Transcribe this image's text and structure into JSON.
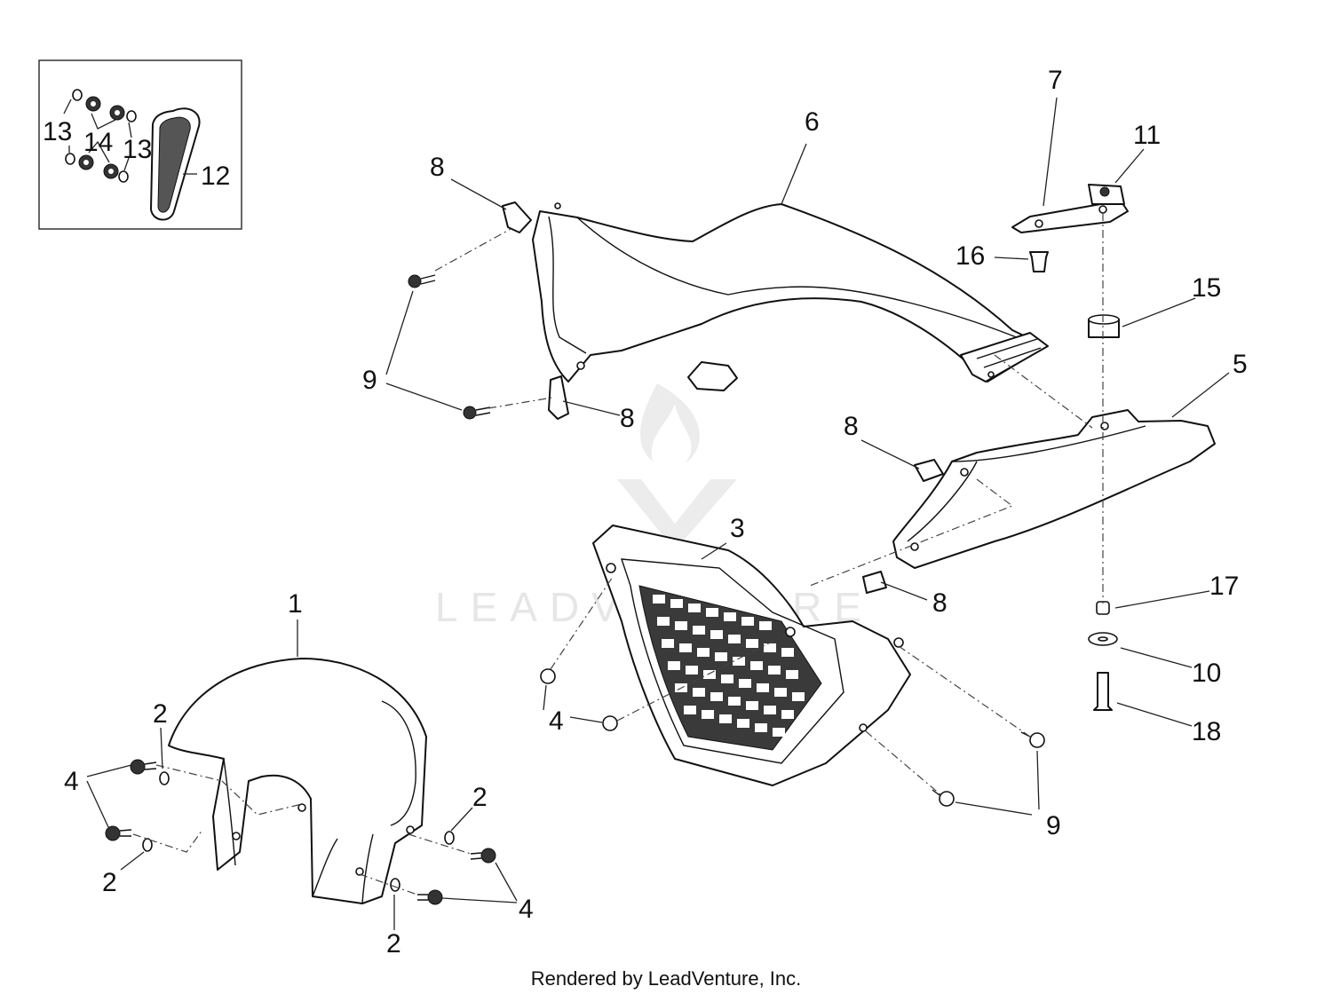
{
  "watermark": {
    "text": "LEADVENTURE"
  },
  "callouts": [
    {
      "id": "c1",
      "text": "1"
    },
    {
      "id": "c2a",
      "text": "2"
    },
    {
      "id": "c2b",
      "text": "2"
    },
    {
      "id": "c2c",
      "text": "2"
    },
    {
      "id": "c2d",
      "text": "2"
    },
    {
      "id": "c3",
      "text": "3"
    },
    {
      "id": "c4a",
      "text": "4"
    },
    {
      "id": "c4b",
      "text": "4"
    },
    {
      "id": "c4c",
      "text": "4"
    },
    {
      "id": "c5",
      "text": "5"
    },
    {
      "id": "c6",
      "text": "6"
    },
    {
      "id": "c7",
      "text": "7"
    },
    {
      "id": "c8a",
      "text": "8"
    },
    {
      "id": "c8b",
      "text": "8"
    },
    {
      "id": "c8c",
      "text": "8"
    },
    {
      "id": "c8d",
      "text": "8"
    },
    {
      "id": "c9a",
      "text": "9"
    },
    {
      "id": "c9b",
      "text": "9"
    },
    {
      "id": "c10",
      "text": "10"
    },
    {
      "id": "c11",
      "text": "11"
    },
    {
      "id": "c12",
      "text": "12"
    },
    {
      "id": "c13a",
      "text": "13"
    },
    {
      "id": "c13b",
      "text": "13"
    },
    {
      "id": "c14",
      "text": "14"
    },
    {
      "id": "c15",
      "text": "15"
    },
    {
      "id": "c16",
      "text": "16"
    },
    {
      "id": "c17",
      "text": "17"
    },
    {
      "id": "c18",
      "text": "18"
    }
  ],
  "footer": {
    "credit": "Rendered by LeadVenture, Inc."
  }
}
